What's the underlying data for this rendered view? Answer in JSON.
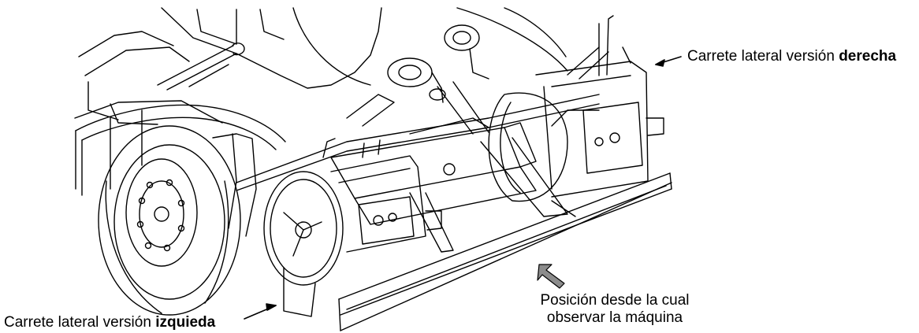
{
  "labels": {
    "right_reel": {
      "prefix": "Carrete lateral versión ",
      "emphasis": "derecha"
    },
    "left_reel": {
      "prefix": "Carrete lateral versión ",
      "emphasis": "izquieda"
    },
    "viewpoint": {
      "line1": "Posición desde la cual",
      "line2": "observar la máquina"
    }
  },
  "colors": {
    "line": "#000000",
    "viewpoint_arrow": "#8c8c8c",
    "background": "#ffffff"
  }
}
